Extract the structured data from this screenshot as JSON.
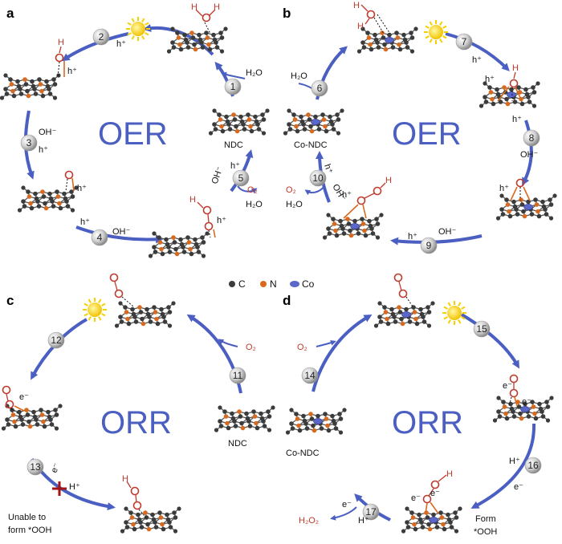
{
  "legend": {
    "c": "C",
    "n": "N",
    "co": "Co"
  },
  "panels": {
    "a": {
      "letter": "a",
      "title": "OER",
      "material": "NDC",
      "steps": [
        "1",
        "2",
        "3",
        "4",
        "5"
      ],
      "labels": {
        "h2o": "H₂O",
        "oh": "OH⁻",
        "h": "h⁺",
        "o2": "O₂",
        "h2o_out": "H₂O",
        "ohh": "OH⁻",
        "h5": "h⁺"
      }
    },
    "b": {
      "letter": "b",
      "title": "OER",
      "material": "Co-NDC",
      "steps": [
        "6",
        "7",
        "8",
        "9",
        "10"
      ],
      "labels": {
        "h2o": "H₂O",
        "oh": "OH⁻",
        "h": "h⁺",
        "o2": "O₂",
        "h2o_out": "H₂O"
      }
    },
    "c": {
      "letter": "c",
      "title": "ORR",
      "material": "NDC",
      "steps": [
        "11",
        "12",
        "13"
      ],
      "labels": {
        "o2": "O₂",
        "e": "e⁻",
        "hp": "H⁺",
        "unable": "Unable to",
        "form_ooh": "form *OOH"
      }
    },
    "d": {
      "letter": "d",
      "title": "ORR",
      "material": "Co-NDC",
      "steps": [
        "14",
        "15",
        "16",
        "17"
      ],
      "labels": {
        "o2": "O₂",
        "e": "e⁻",
        "hp": "H⁺",
        "h2o2": "H₂O₂",
        "form": "Form",
        "ooh": "*OOH"
      }
    }
  },
  "colors": {
    "arrow": "#4a5fc1",
    "carbon": "#3b3b3b",
    "nitrogen": "#d86a1f",
    "cobalt": "#5a66c8",
    "sun": "#ffd700",
    "red": "#c0392b",
    "cross": "#a31313"
  }
}
